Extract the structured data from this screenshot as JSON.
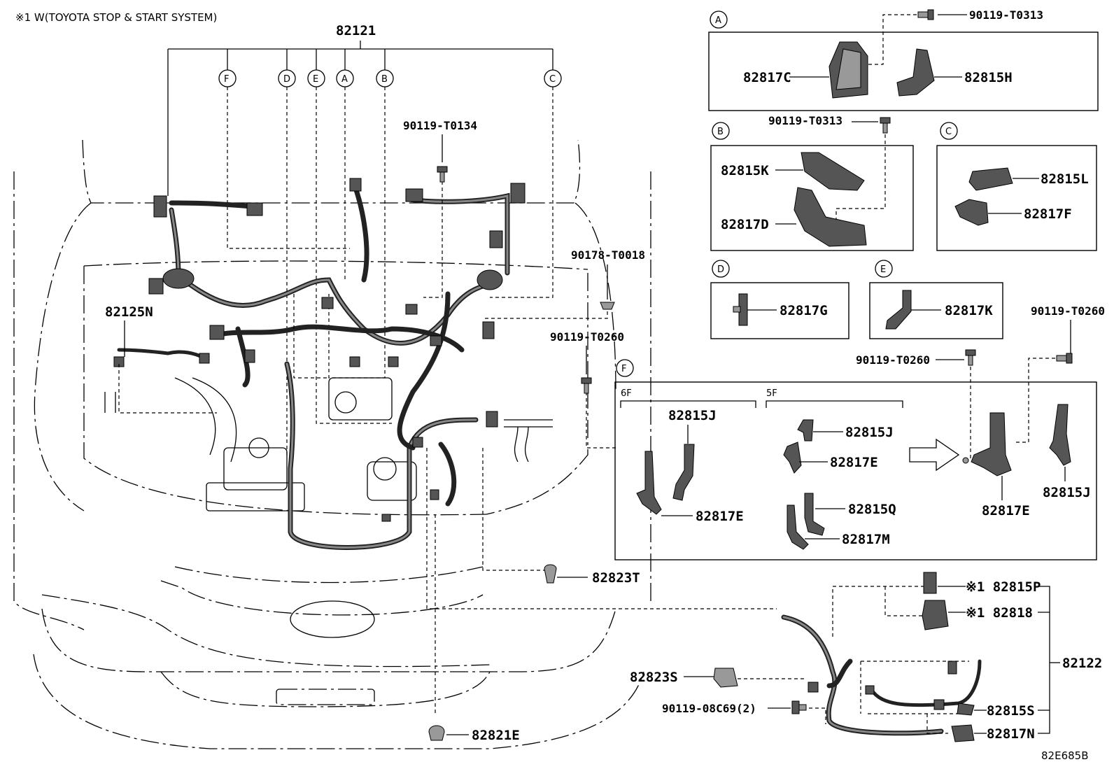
{
  "header_note": "※1 W(TOYOTA STOP & START SYSTEM)",
  "figure_code": "82E685B",
  "main_harness": "82121",
  "callouts": [
    "A",
    "B",
    "C",
    "D",
    "E",
    "F"
  ],
  "parts": {
    "p82125N": "82125N",
    "p90119T0134": "90119-T0134",
    "p90178T0018": "90178-T0018",
    "p90119T0260a": "90119-T0260",
    "p90119T0260b": "90119-T0260",
    "p90119T0260c": "90119-T0260",
    "p90119T0313a": "90119-T0313",
    "p90119T0313b": "90119-T0313",
    "p82817C": "82817C",
    "p82815H": "82815H",
    "p82815K": "82815K",
    "p82817D": "82817D",
    "p82815L": "82815L",
    "p82817F": "82817F",
    "p82817G": "82817G",
    "p82817K": "82817K",
    "p82815J_a": "82815J",
    "p82815J_b": "82815J",
    "p82815J_c": "82815J",
    "p82817E_a": "82817E",
    "p82817E_b": "82817E",
    "p82817E_c": "82817E",
    "p82815Q": "82815Q",
    "p82817M": "82817M",
    "p82823T": "82823T",
    "p82815P": "※1 82815P",
    "p82818": "※1 82818",
    "p82122": "82122",
    "p82823S": "82823S",
    "p90119_08C69": "90119-08C69(2)",
    "p82815S": "82815S",
    "p82817N": "82817N",
    "p82821E": "82821E"
  },
  "section_F": {
    "left_label": "6F",
    "right_label": "5F"
  }
}
